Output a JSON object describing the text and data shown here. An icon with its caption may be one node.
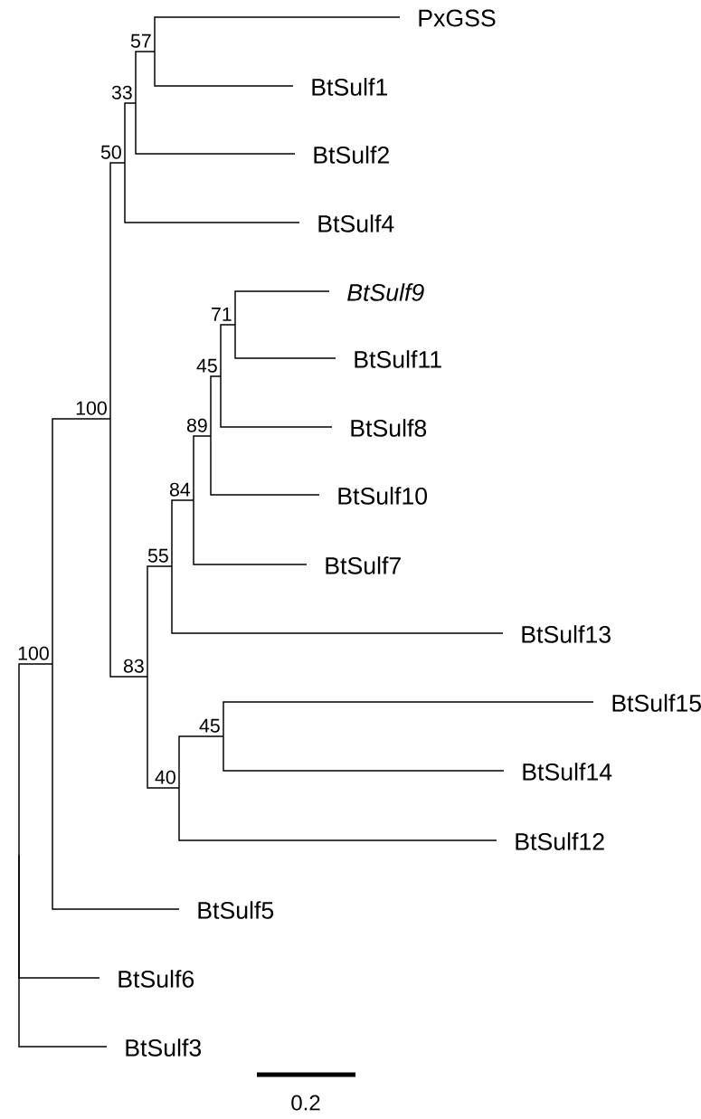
{
  "diagram": {
    "nodes": [
      {
        "text": [],
        "shape": "point"
      },
      {
        "text": [
          "100"
        ]
      },
      {
        "text": [
          "100"
        ]
      },
      {
        "text": [
          "50"
        ]
      },
      {
        "text": [
          "33"
        ]
      },
      {
        "text": [
          "57"
        ]
      },
      {
        "text": [
          "PxGSS"
        ]
      },
      {
        "text": [
          "BtSulf1"
        ]
      },
      {
        "text": [
          "BtSulf2"
        ]
      },
      {
        "text": [
          "BtSulf4"
        ]
      },
      {
        "text": [
          "83"
        ]
      },
      {
        "text": [
          "55"
        ]
      },
      {
        "text": [
          "84"
        ]
      },
      {
        "text": [
          "89"
        ]
      },
      {
        "text": [
          "45"
        ]
      },
      {
        "text": [
          "71"
        ]
      },
      {
        "text": [
          "*BtSulf9*"
        ]
      },
      {
        "text": [
          "BtSulf11"
        ]
      },
      {
        "text": [
          "BtSulf8"
        ]
      },
      {
        "text": [
          "BtSulf10"
        ]
      },
      {
        "text": [
          "BtSulf7"
        ]
      },
      {
        "text": [
          "BtSulf13"
        ]
      },
      {
        "text": [
          "40"
        ]
      },
      {
        "text": [
          "45"
        ]
      },
      {
        "text": [
          "BtSulf15"
        ]
      },
      {
        "text": [
          "BtSulf14"
        ]
      },
      {
        "text": [
          "BtSulf12"
        ]
      },
      {
        "text": [
          "BtSulf5"
        ]
      },
      {
        "text": [
          "BtSulf6"
        ]
      },
      {
        "text": [
          "BtSulf3"
        ]
      }
    ],
    "edges": [
      {
        "from": 0,
        "to": 1,
        "arrow": "none"
      },
      {
        "from": 1,
        "to": 2,
        "arrow": "none"
      },
      {
        "from": 2,
        "to": 3,
        "arrow": "none"
      },
      {
        "from": 3,
        "to": 4,
        "arrow": "none"
      },
      {
        "from": 4,
        "to": 5,
        "arrow": "none"
      },
      {
        "from": 5,
        "to": 6,
        "arrow": "none"
      },
      {
        "from": 5,
        "to": 7,
        "arrow": "none"
      },
      {
        "from": 4,
        "to": 8,
        "arrow": "none"
      },
      {
        "from": 3,
        "to": 9,
        "arrow": "none"
      },
      {
        "from": 2,
        "to": 10,
        "arrow": "none"
      },
      {
        "from": 10,
        "to": 11,
        "arrow": "none"
      },
      {
        "from": 11,
        "to": 12,
        "arrow": "none"
      },
      {
        "from": 12,
        "to": 13,
        "arrow": "none"
      },
      {
        "from": 13,
        "to": 14,
        "arrow": "none"
      },
      {
        "from": 14,
        "to": 15,
        "arrow": "none"
      },
      {
        "from": 15,
        "to": 16,
        "arrow": "none"
      },
      {
        "from": 15,
        "to": 17,
        "arrow": "none"
      },
      {
        "from": 14,
        "to": 18,
        "arrow": "none"
      },
      {
        "from": 13,
        "to": 19,
        "arrow": "none"
      },
      {
        "from": 12,
        "to": 20,
        "arrow": "none"
      },
      {
        "from": 11,
        "to": 21,
        "arrow": "none"
      },
      {
        "from": 10,
        "to": 22,
        "arrow": "none"
      },
      {
        "from": 22,
        "to": 23,
        "arrow": "none"
      },
      {
        "from": 23,
        "to": 24,
        "arrow": "none"
      },
      {
        "from": 23,
        "to": 25,
        "arrow": "none"
      },
      {
        "from": 22,
        "to": 26,
        "arrow": "none"
      },
      {
        "from": 1,
        "to": 27,
        "arrow": "none"
      },
      {
        "from": 0,
        "to": 28,
        "arrow": "none"
      },
      {
        "from": 0,
        "to": 29,
        "arrow": "none"
      }
    ],
    "labels": [
      "0.2"
    ]
  }
}
